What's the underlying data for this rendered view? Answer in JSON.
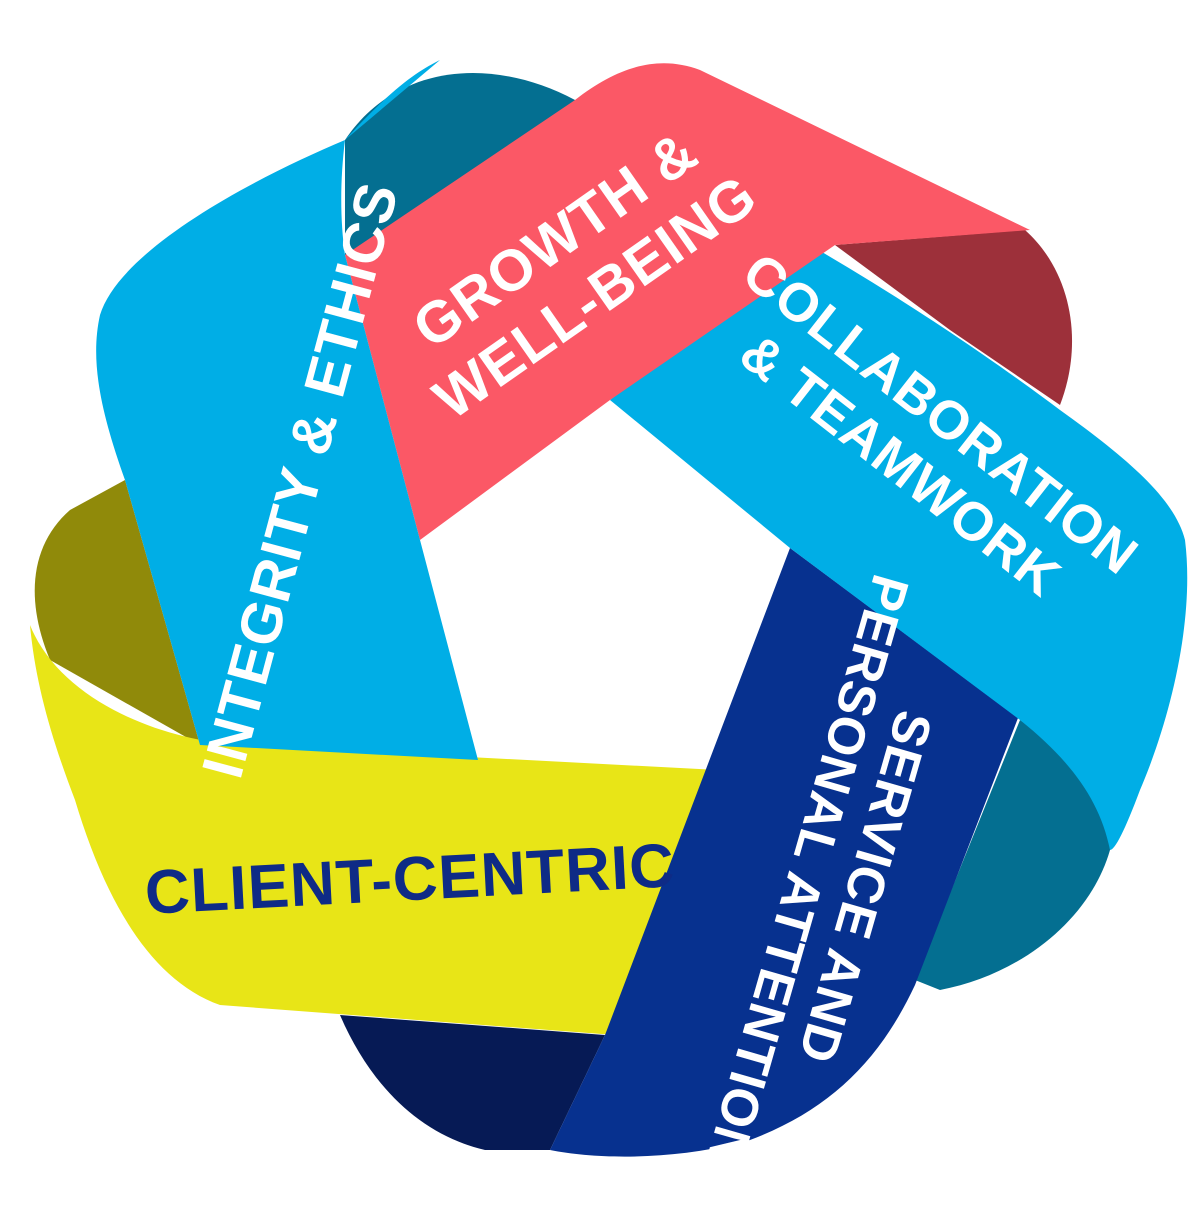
{
  "diagram": {
    "type": "pentagonal-ribbon-loop",
    "colors": {
      "background": "#ffffff",
      "ribbon_cyan": "#00aee6",
      "ribbon_cyan_fold": "#046f91",
      "ribbon_red": "#fb5866",
      "ribbon_red_fold": "#9d303a",
      "ribbon_yellow": "#e8e517",
      "ribbon_yellow_fold": "#908a0a",
      "ribbon_navy": "#07318f",
      "ribbon_navy_fold": "#061a55",
      "text_white": "#ffffff",
      "text_navy": "#0e2b86"
    },
    "segments": [
      {
        "id": "integrity",
        "label_lines": [
          "INTEGRITY & ETHICS"
        ],
        "color": "#00aee6"
      },
      {
        "id": "growth",
        "label_lines": [
          "GROWTH &",
          "WELL-BEING"
        ],
        "color": "#fb5866"
      },
      {
        "id": "collaboration",
        "label_lines": [
          "COLLABORATION",
          "& TEAMWORK"
        ],
        "color": "#00aee6"
      },
      {
        "id": "service",
        "label_lines": [
          "SERVICE AND",
          "PERSONAL ATTENTION"
        ],
        "color": "#07318f"
      },
      {
        "id": "client",
        "label_lines": [
          "CLIENT-CENTRIC"
        ],
        "color": "#e8e517"
      }
    ]
  }
}
